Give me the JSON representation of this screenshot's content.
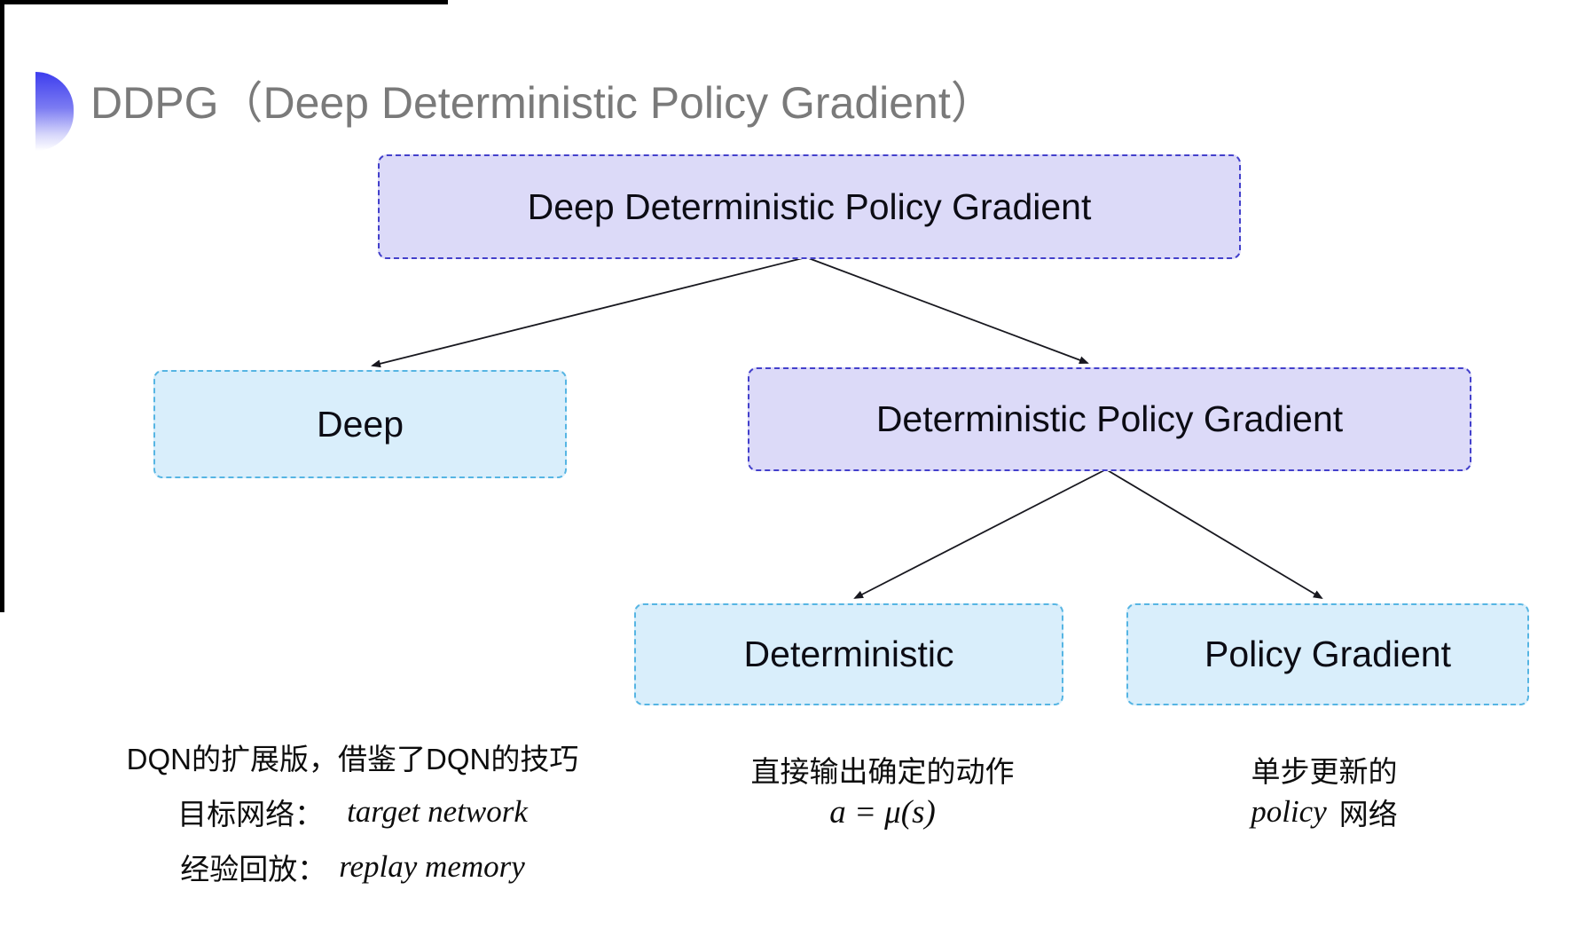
{
  "page": {
    "title": "DDPG（Deep Deterministic Policy Gradient）"
  },
  "tree": {
    "root": "Deep Deterministic Policy Gradient",
    "deep": "Deep",
    "dpg": "Deterministic Policy Gradient",
    "deterministic": "Deterministic",
    "policy_gradient": "Policy Gradient"
  },
  "notes": {
    "deep": {
      "line1": "DQN的扩展版，借鉴了DQN的技巧",
      "target_label": "目标网络：",
      "target_value": "target network",
      "replay_label": "经验回放：",
      "replay_value": "replay memory"
    },
    "deterministic": {
      "line1": "直接输出确定的动作",
      "formula": "a = μ(s)"
    },
    "policy_gradient": {
      "line1": "单步更新的",
      "term": "policy",
      "suffix": "网络"
    }
  },
  "colors": {
    "purple_fill": "#dcdaf8",
    "purple_border": "#4340cb",
    "cyan_fill": "#d9eefb",
    "cyan_border": "#56b5e3",
    "title_gray": "#7a7a7a",
    "arrow": "#18181f",
    "bullet_blue": "#3d3dee"
  }
}
